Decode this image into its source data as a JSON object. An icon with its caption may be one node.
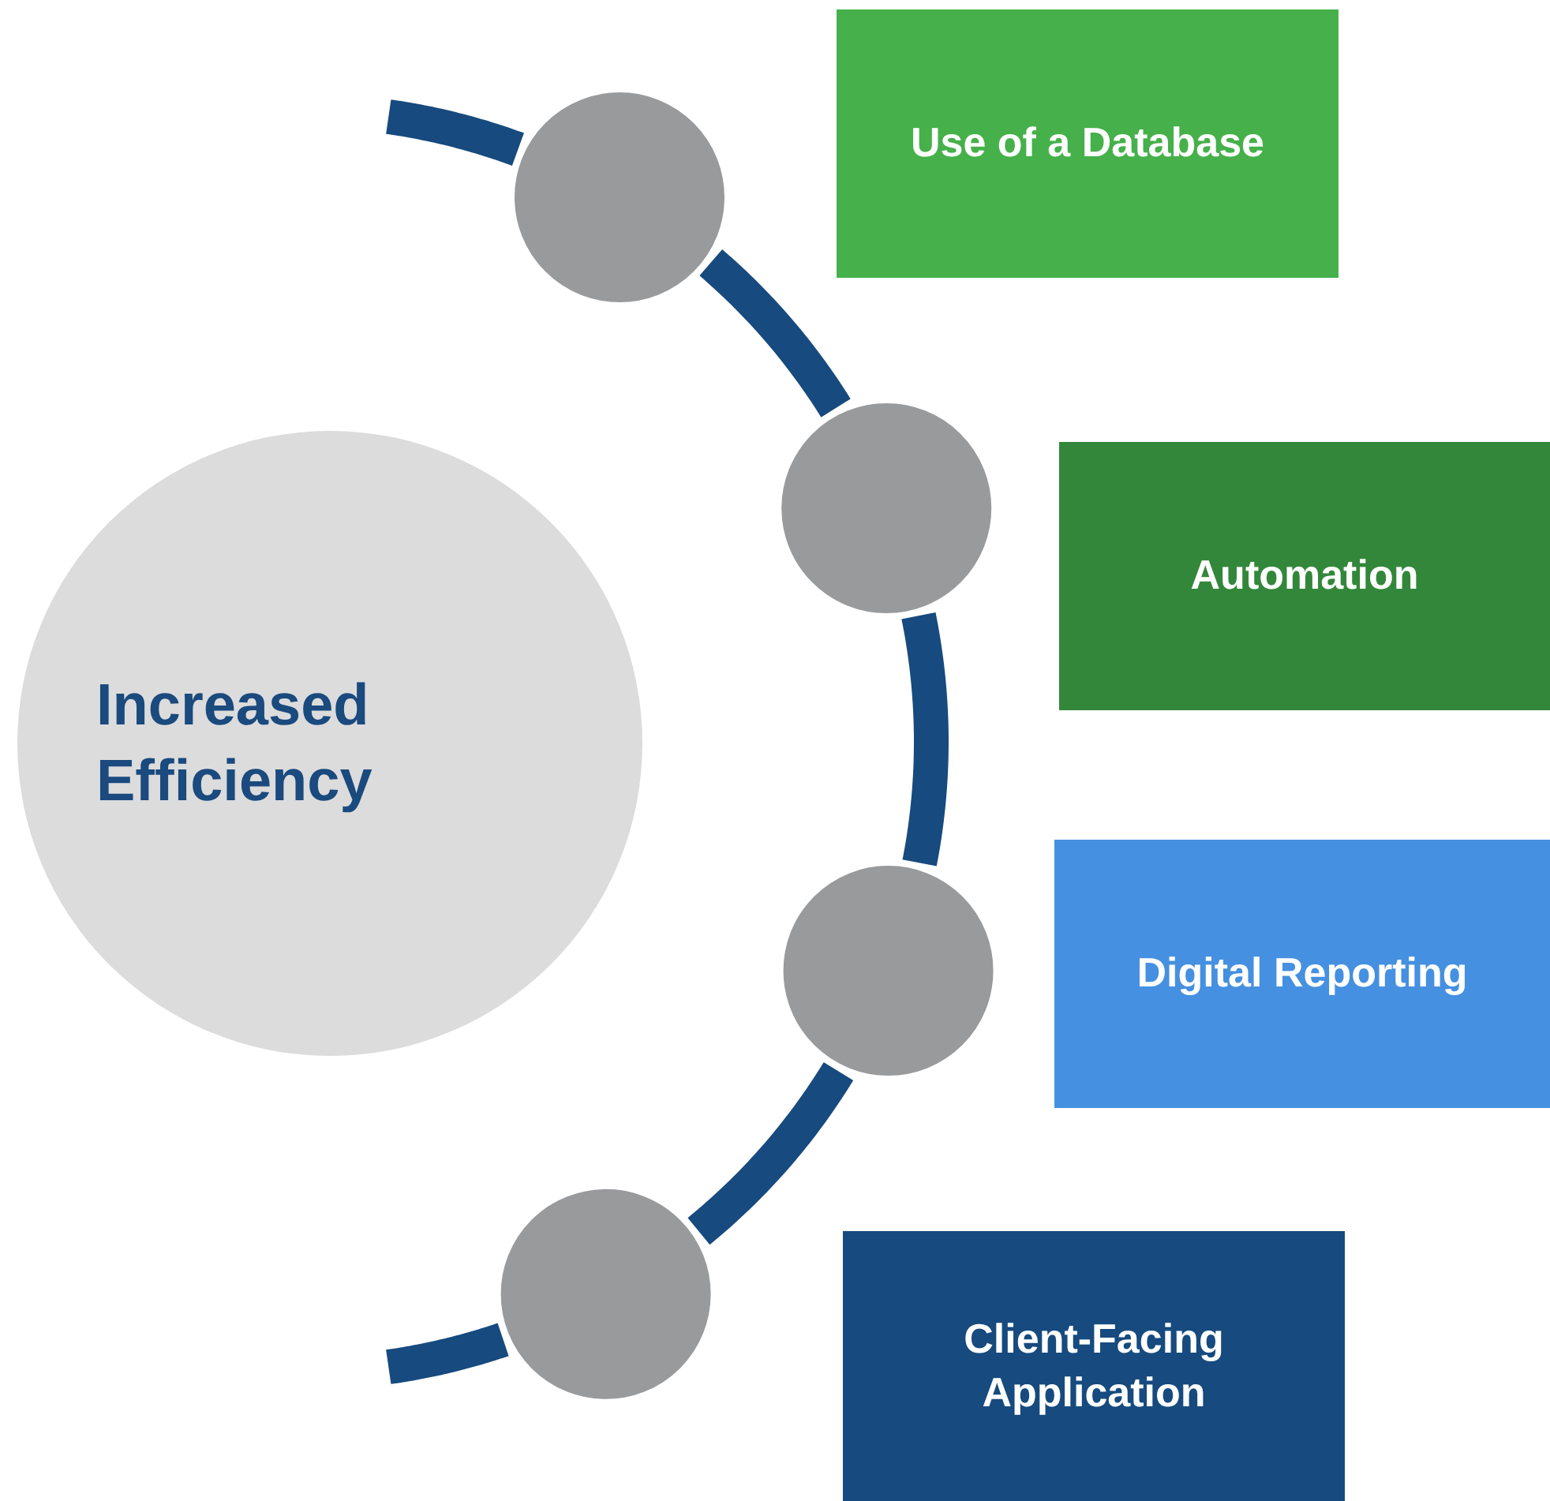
{
  "diagram": {
    "nodes": [
      {
        "text": [
          "Increased Efficiency"
        ]
      },
      {
        "text": [],
        "shape": "circle"
      },
      {
        "text": [],
        "shape": "circle"
      },
      {
        "text": [],
        "shape": "circle"
      },
      {
        "text": [],
        "shape": "circle"
      },
      {
        "text": [
          "Use of a Database"
        ]
      },
      {
        "text": [
          "Automation"
        ]
      },
      {
        "text": [
          "Digital Reporting"
        ]
      },
      {
        "text": [
          "Client-Facing Application"
        ]
      }
    ],
    "edges": [
      {
        "from": null,
        "to": 1,
        "arrow": "none"
      },
      {
        "from": 1,
        "to": 2,
        "arrow": "none"
      },
      {
        "from": 2,
        "to": 3,
        "arrow": "none"
      },
      {
        "from": 3,
        "to": 4,
        "arrow": "none"
      },
      {
        "from": 4,
        "to": null,
        "arrow": "none"
      }
    ]
  }
}
